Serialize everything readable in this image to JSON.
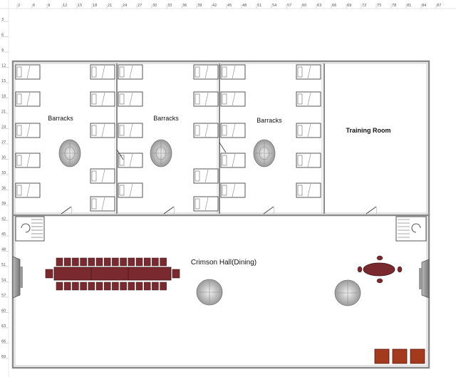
{
  "ruler": {
    "top": [
      "2",
      "6",
      "9",
      "12",
      "15",
      "18",
      "21",
      "24",
      "27",
      "30",
      "33",
      "36",
      "39",
      "42",
      "45",
      "48",
      "51",
      "54",
      "57",
      "60",
      "63",
      "66",
      "69",
      "72",
      "75",
      "78",
      "81",
      "84",
      "87"
    ],
    "left": [
      "3",
      "6",
      "9",
      "12",
      "15",
      "18",
      "21",
      "24",
      "27",
      "30",
      "33",
      "36",
      "39",
      "42",
      "45",
      "48",
      "51",
      "54",
      "57",
      "60",
      "63",
      "66",
      "69"
    ]
  },
  "rooms": {
    "barracks_1": "Barracks",
    "barracks_2": "Barracks",
    "barracks_3": "Barracks",
    "training": "Training Room",
    "dining": "Crimson Hall(Dining)"
  },
  "colors": {
    "wall": "#8a8a8a",
    "furniture_maroon": "#7a2a2e",
    "crate": "#a33a1e",
    "bed_outline": "#444444"
  },
  "icons": {
    "barracks_round_table": "round-table-icon",
    "bed": "bed-icon",
    "door": "door-icon",
    "stairs": "stairs-icon",
    "fireplace": "fireplace-icon",
    "crate": "crate-icon"
  }
}
